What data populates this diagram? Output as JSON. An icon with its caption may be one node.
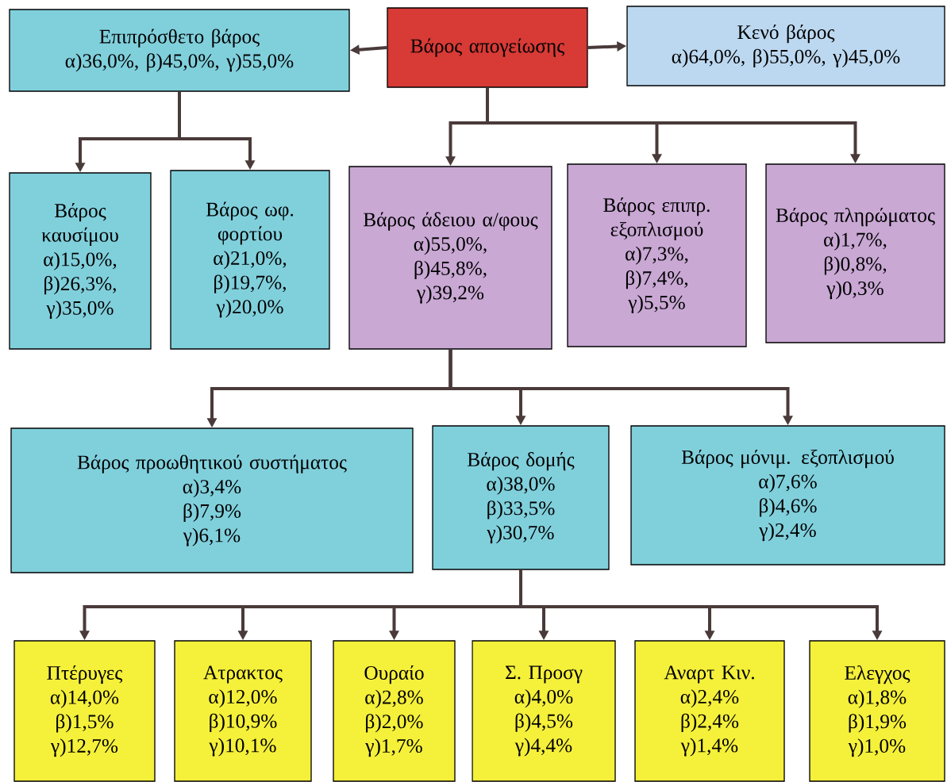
{
  "diagram": {
    "nodes": [
      {
        "text": [
          "Επιπρόσθετο βάρος",
          "α)36,0%, β)45,0%, γ)55,0%"
        ]
      },
      {
        "text": [
          "Βάρος απογείωσης"
        ]
      },
      {
        "text": [
          "Κενό βάρος",
          "α)64,0%, β)55,0%, γ)45,0%"
        ]
      },
      {
        "text": [
          "Βάρος καυσίμου",
          "α)15,0%,",
          "β)26,3%,",
          "γ)35,0%"
        ]
      },
      {
        "text": [
          "Βάρος ωφ. φορτίου",
          "α)21,0%,",
          "β)19,7%,",
          "γ)20,0%"
        ]
      },
      {
        "text": [
          "Βάρος άδειου α/φους",
          "α)55,0%,",
          "β)45,8%,",
          "γ)39,2%"
        ]
      },
      {
        "text": [
          "Βάρος επιπρ. εξοπλισμού",
          "α)7,3%,",
          "β)7,4%,",
          "γ)5,5%"
        ]
      },
      {
        "text": [
          "Βάρος πληρώματος",
          "α)1,7%,",
          "β)0,8%,",
          "γ)0,3%"
        ]
      },
      {
        "text": [
          "Βάρος προωθητικού συστήματος",
          "α)3,4%",
          "β)7,9%",
          "γ)6,1%"
        ]
      },
      {
        "text": [
          "Βάρος δομής",
          "α)38,0%",
          "β)33,5%",
          "γ)30,7%"
        ]
      },
      {
        "text": [
          "Βάρος μόνιμ. εξοπλισμού",
          "α)7,6%",
          "β)4,6%",
          "γ)2,4%"
        ]
      },
      {
        "text": [
          "Πτέρυγες",
          "α)14,0%",
          "β)1,5%",
          "γ)12,7%"
        ]
      },
      {
        "text": [
          "Ατρακτος",
          "α)12,0%",
          "β)10,9%",
          "γ)10,1%"
        ]
      },
      {
        "text": [
          "Ουραίο",
          "α)2,8%",
          "β)2,0%",
          "γ)1,7%"
        ]
      },
      {
        "text": [
          "Σ. Προσγ",
          "α)4,0%",
          "β)4,5%",
          "γ)4,4%"
        ]
      },
      {
        "text": [
          "Αναρτ Κιν.",
          "α)2,4%",
          "β)2,4%",
          "γ)1,4%"
        ]
      },
      {
        "text": [
          "Ελεγχος",
          "α)1,8%",
          "β)1,9%",
          "γ)1,0%"
        ]
      }
    ],
    "edges": [
      {
        "from": 1,
        "to": 0,
        "arrow": "to"
      },
      {
        "from": 1,
        "to": 2,
        "arrow": "to"
      },
      {
        "from": 0,
        "to": 3,
        "arrow": "to"
      },
      {
        "from": 0,
        "to": 4,
        "arrow": "to"
      },
      {
        "from": 1,
        "to": 5,
        "arrow": "to"
      },
      {
        "from": 1,
        "to": 6,
        "arrow": "to"
      },
      {
        "from": 1,
        "to": 7,
        "arrow": "to"
      },
      {
        "from": 5,
        "to": 8,
        "arrow": "to"
      },
      {
        "from": 5,
        "to": 9,
        "arrow": "to"
      },
      {
        "from": 5,
        "to": 10,
        "arrow": "to"
      },
      {
        "from": 9,
        "to": 11,
        "arrow": "to"
      },
      {
        "from": 9,
        "to": 12,
        "arrow": "to"
      },
      {
        "from": 9,
        "to": 13,
        "arrow": "to"
      },
      {
        "from": 9,
        "to": 14,
        "arrow": "to"
      },
      {
        "from": 9,
        "to": 15,
        "arrow": "to"
      },
      {
        "from": 9,
        "to": 16,
        "arrow": "to"
      }
    ]
  }
}
